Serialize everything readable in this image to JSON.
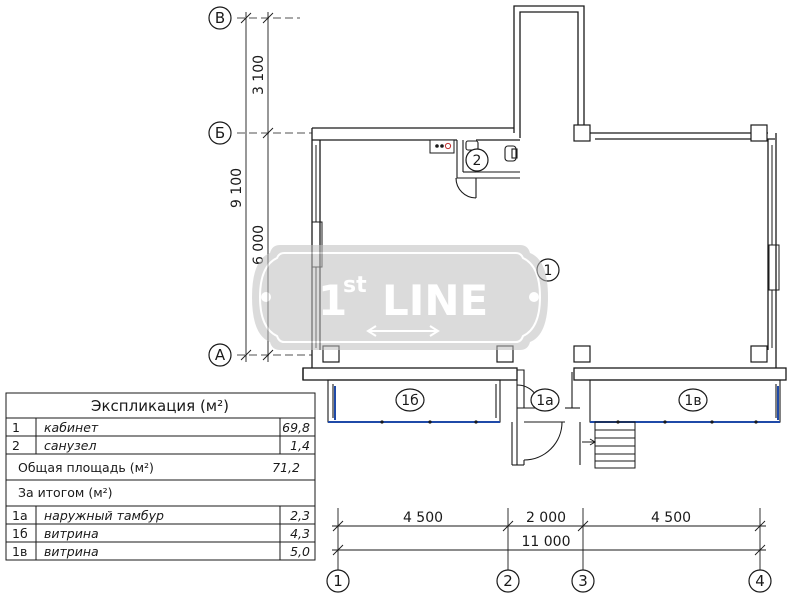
{
  "axes": {
    "horizontal": [
      "В",
      "Б",
      "А"
    ],
    "vertical": [
      "1",
      "2",
      "3",
      "4"
    ]
  },
  "dimensions": {
    "left_upper": "3 100",
    "left_lower": "6 000",
    "left_total": "9 100",
    "bottom_1": "4 500",
    "bottom_2": "2 000",
    "bottom_3": "4 500",
    "bottom_total": "11 000"
  },
  "rooms": {
    "r1": "1",
    "r2": "2",
    "r1a": "1а",
    "r1b": "1б",
    "r1v": "1в"
  },
  "watermark": {
    "brand_main": "1",
    "brand_sup": "st",
    "brand_word": "LINE"
  },
  "explication": {
    "title": "Экспликация (м²)",
    "rows": [
      {
        "num": "1",
        "name": "кабинет",
        "area": "69,8"
      },
      {
        "num": "2",
        "name": "санузел",
        "area": "1,4"
      }
    ],
    "total_label": "Общая площадь (м²)",
    "total_value": "71,2",
    "extra_label": "За итогом (м²)",
    "extra_rows": [
      {
        "num": "1а",
        "name": "наружный тамбур",
        "area": "2,3"
      },
      {
        "num": "1б",
        "name": "витрина",
        "area": "4,3"
      },
      {
        "num": "1в",
        "name": "витрина",
        "area": "5,0"
      }
    ]
  },
  "colors": {
    "line": "#1a1a1a",
    "glass": "#1f4aa8",
    "watermark_fill": "#bfbfbf"
  }
}
